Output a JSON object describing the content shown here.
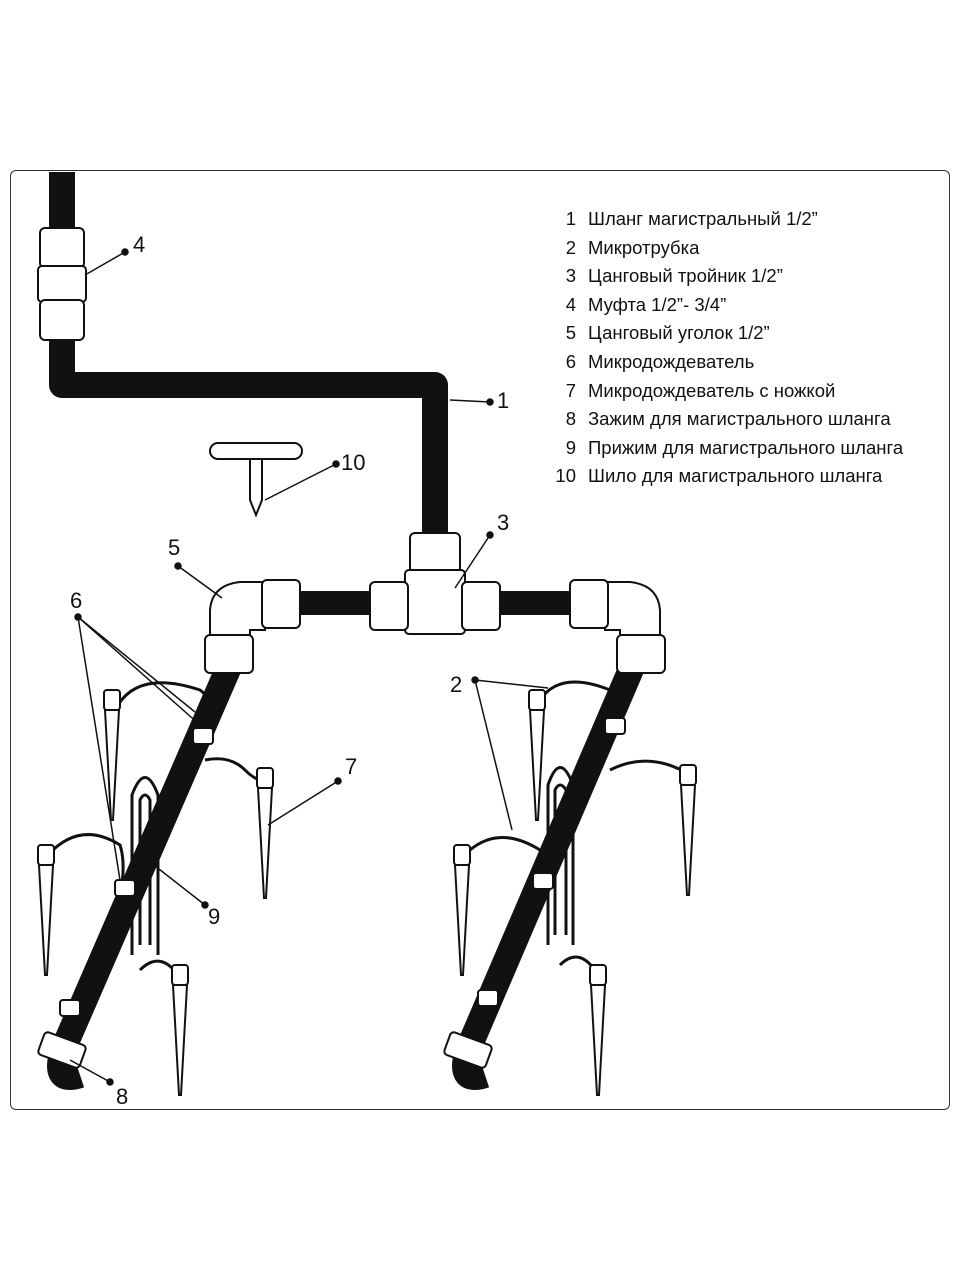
{
  "legend": [
    {
      "num": "1",
      "label": "Шланг магистральный 1/2”"
    },
    {
      "num": "2",
      "label": "Микротрубка"
    },
    {
      "num": "3",
      "label": "Цанговый тройник 1/2”"
    },
    {
      "num": "4",
      "label": "Муфта 1/2”- 3/4”"
    },
    {
      "num": "5",
      "label": "Цанговый уголок 1/2”"
    },
    {
      "num": "6",
      "label": "Микродождеватель"
    },
    {
      "num": "7",
      "label": "Микродождеватель с ножкой"
    },
    {
      "num": "8",
      "label": "Зажим для магистрального шланга"
    },
    {
      "num": "9",
      "label": "Прижим для магистрального шланга"
    },
    {
      "num": "10",
      "label": "Шило для магистрального шланга"
    }
  ],
  "callouts": [
    "1",
    "2",
    "3",
    "4",
    "5",
    "6",
    "7",
    "8",
    "9",
    "10"
  ]
}
